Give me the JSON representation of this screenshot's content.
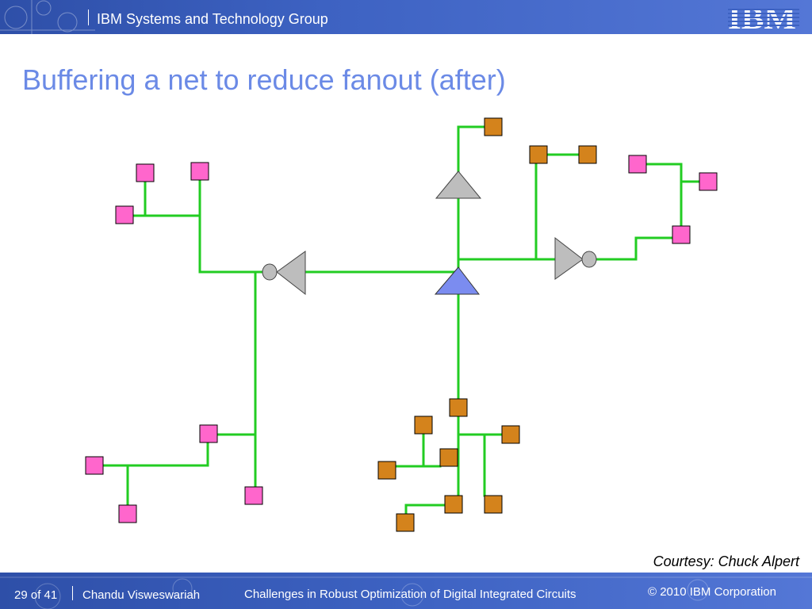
{
  "header": {
    "group": "IBM Systems and Technology Group",
    "logo": "IBM"
  },
  "slide": {
    "title": "Buffering a net to reduce fanout (after)",
    "courtesy": "Courtesy: Chuck Alpert"
  },
  "footer": {
    "page": "29 of 41",
    "author": "Chandu Visweswariah",
    "talk": "Challenges in Robust Optimization of Digital Integrated Circuits",
    "copyright": "© 2010 IBM Corporation"
  },
  "colors": {
    "brand_blue": "#3d62c2",
    "title_blue": "#6b8ae6",
    "wire_green": "#22cc22",
    "sink_pink": "#ff66cc",
    "sink_orange": "#d4831c",
    "buffer_gray": "#bdbdbd",
    "driver_blue": "#7b8cf0"
  },
  "icons": [
    "ibm-logo-icon",
    "pink-sink-icon",
    "orange-sink-icon",
    "gray-buffer-icon",
    "gray-inverter-icon",
    "blue-driver-icon"
  ]
}
